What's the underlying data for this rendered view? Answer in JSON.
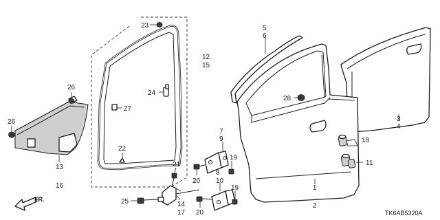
{
  "diagram_code": "TK6AB5320A",
  "direction_label": "FR.",
  "callouts": {
    "c23": "23",
    "c5": "5",
    "c6": "6",
    "c12": "12",
    "c15": "15",
    "c26a": "26",
    "c26b": "26",
    "c24": "24",
    "c27": "27",
    "c28": "28",
    "c3": "3",
    "c4": "4",
    "c18": "18",
    "c11": "11",
    "c22": "22",
    "c7": "7",
    "c9": "9",
    "c19a": "19",
    "c19b": "19",
    "c21": "21",
    "c20a": "20",
    "c20b": "20",
    "c8": "8",
    "c10": "10",
    "c13": "13",
    "c16": "16",
    "c25": "25",
    "c14": "14",
    "c17": "17",
    "c1": "1",
    "c2": "2"
  }
}
